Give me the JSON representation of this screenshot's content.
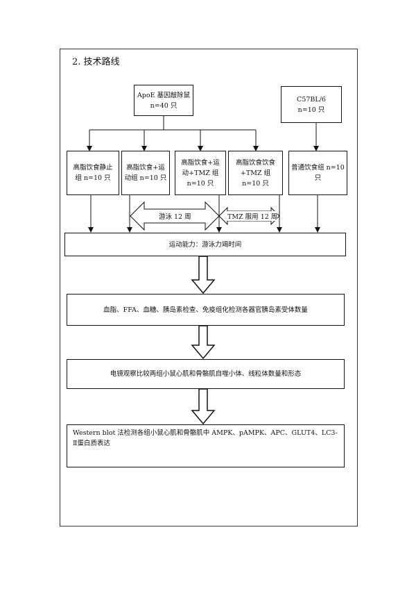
{
  "heading": "2. 技术路线",
  "sources": {
    "apoe": {
      "line1": "ApoE 基因敲除鼠",
      "line2": "n=40 只"
    },
    "c57": {
      "line1": "C57BL/6",
      "line2": "n=10 只"
    }
  },
  "groups": [
    {
      "line1": "高脂饮食静止",
      "line2": "组 n=10 只"
    },
    {
      "line1": "高脂饮食+运",
      "line2": "动组 n=10 只"
    },
    {
      "line1": "高脂饮食+运",
      "line2": "动+TMZ 组",
      "line3": "n=10 只"
    },
    {
      "line1": "高脂饮食饮食",
      "line2": "+TMZ 组",
      "line3": "n=10 只"
    },
    {
      "line1": "普通饮食组 n=10",
      "line2": "只"
    }
  ],
  "interventions": {
    "swim": "游泳 12 周",
    "tmz": "TMZ 服用 12 周"
  },
  "steps": [
    "运动能力：游泳力竭时间",
    "血脂、FFA、血糖、胰岛素检查、免疫组化检测各器官胰岛素受体数量",
    "电镜观察比较两组小鼠心肌和骨骼肌自噬小体、线粒体数量和形态",
    "Western blot 法检测各组小鼠心肌和骨骼肌中 AMPK、pAMPK、APC、GLUT4、LC3-Ⅱ蛋白质表达"
  ]
}
